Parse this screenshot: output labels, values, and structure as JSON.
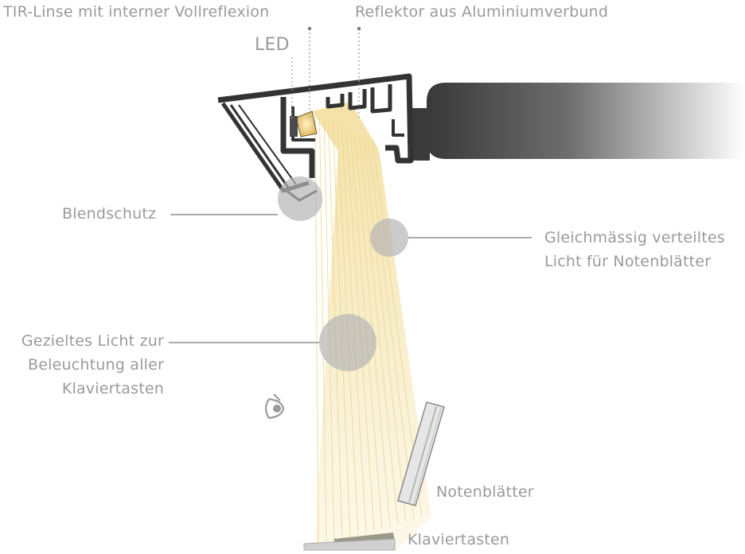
{
  "labels": {
    "tir_lens": "TIR-Linse mit interner Vollreflexion",
    "reflector": "Reflektor aus Aluminiumverbund",
    "led": "LED",
    "glare_shield": "Blendschutz",
    "even_light": [
      "Gleichmässig verteiltes",
      "Licht für Notenblätter"
    ],
    "targeted_light": [
      "Gezieltes Licht zur",
      "Beleuchtung aller",
      "Klaviertasten"
    ],
    "sheet_music": "Notenblätter",
    "piano_keys": "Klaviertasten"
  },
  "icons": {
    "viewer": "eye-icon"
  },
  "colors": {
    "label_text": "#9a9a9a",
    "leader_line": "#aaaaaa",
    "profile": "#333333",
    "light_beam": "#f6e7b4",
    "light_ray": "#ead68a",
    "callout_circle": "#b5b5b5",
    "arm_dark": "#383838",
    "arm_light": "#ffffff"
  }
}
